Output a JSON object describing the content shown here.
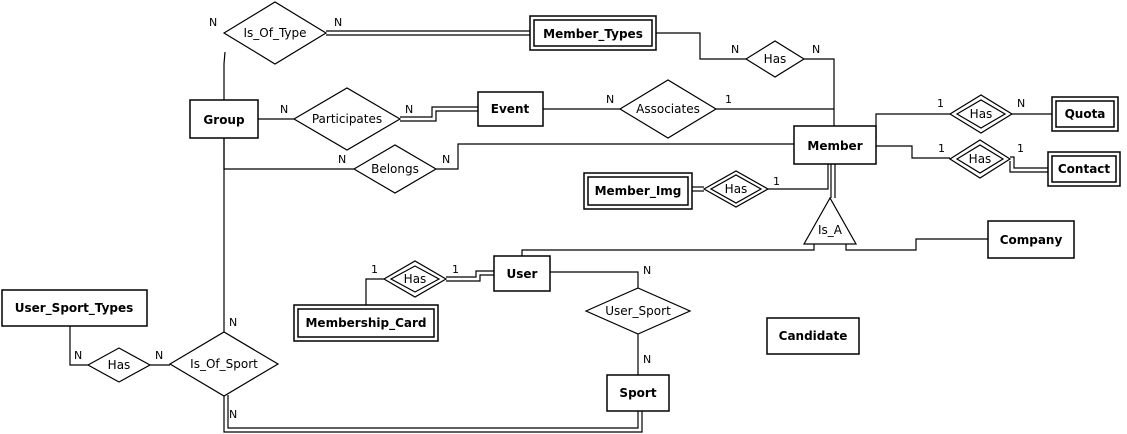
{
  "entities": {
    "member_types": "Member_Types",
    "group": "Group",
    "event": "Event",
    "member": "Member",
    "quota": "Quota",
    "contact": "Contact",
    "member_img": "Member_Img",
    "company": "Company",
    "user": "User",
    "membership_card": "Membership_Card",
    "user_sport_types": "User_Sport_Types",
    "candidate": "Candidate",
    "sport": "Sport"
  },
  "relationships": {
    "is_of_type": "Is_Of_Type",
    "has_member_types": "Has",
    "participates": "Participates",
    "associates": "Associates",
    "belongs": "Belongs",
    "has_quota": "Has",
    "has_contact": "Has",
    "has_member_img": "Has",
    "is_a": "Is_A",
    "has_membership_card": "Has",
    "user_sport": "User_Sport",
    "is_of_sport": "Is_Of_Sport",
    "has_user_sport_types": "Has"
  },
  "cardinalities": {
    "group_is_of_type": "N",
    "is_of_type_member_types": "N",
    "member_types_has": "N",
    "has_member": "N",
    "group_participates": "N",
    "participates_event": "N",
    "event_associates": "N",
    "associates_member": "1",
    "belongs_group": "N",
    "belongs_member": "N",
    "member_has_quota": "1",
    "has_quota": "N",
    "member_has_contact": "1",
    "has_contact": "1",
    "member_has_img": "1",
    "card_has": "1",
    "has_user": "1",
    "user_user_sport": "N",
    "user_sport_sport": "N",
    "group_is_of_sport": "N",
    "is_of_sport_sport": "N",
    "ust_has": "N",
    "has_is_of_sport": "N"
  }
}
